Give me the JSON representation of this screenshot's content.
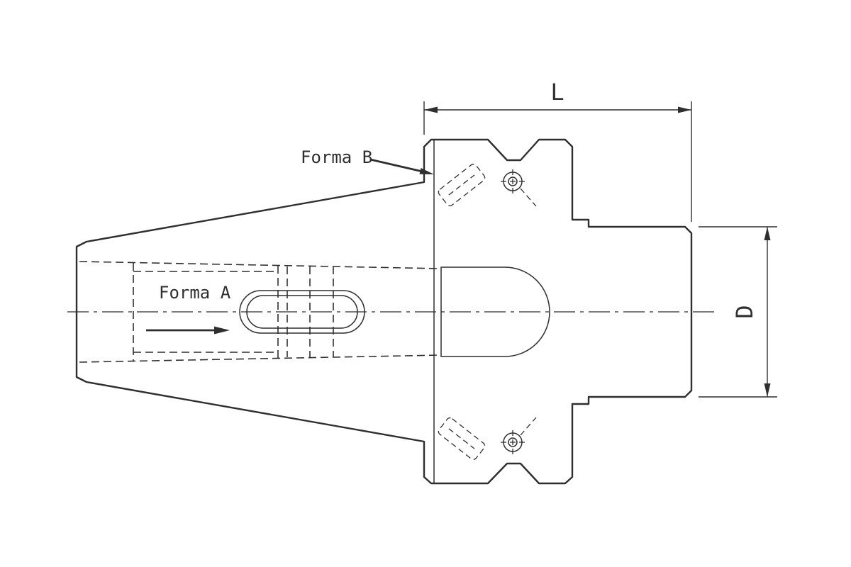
{
  "drawing": {
    "labels": {
      "forma_a": "Forma A",
      "forma_b": "Forma B"
    },
    "dimensions": {
      "length": "L",
      "diameter": "D"
    },
    "colors": {
      "line": "#2f2f2f",
      "background": "#ffffff"
    }
  }
}
